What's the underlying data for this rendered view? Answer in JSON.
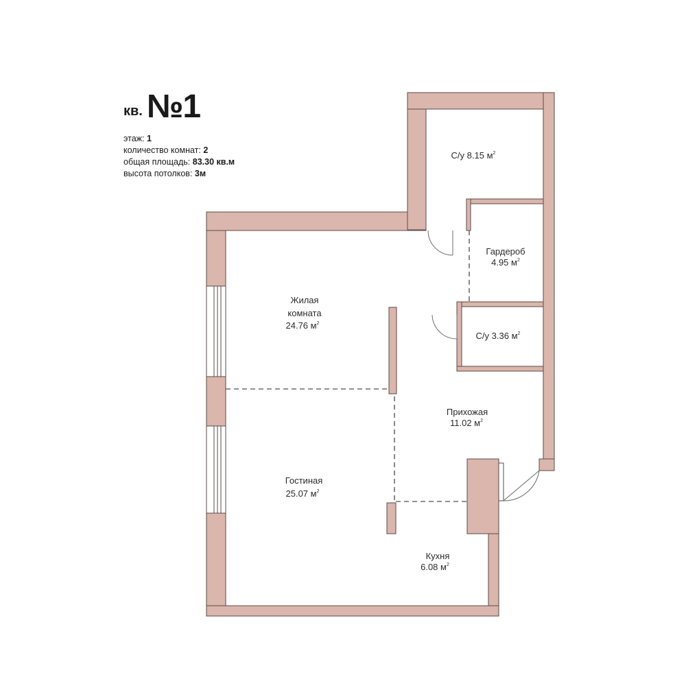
{
  "header": {
    "prefix": "кв.",
    "number": "№1"
  },
  "specs": [
    {
      "label": "этаж:",
      "value": "1"
    },
    {
      "label": "количество комнат:",
      "value": "2"
    },
    {
      "label": "общая площадь:",
      "value": "83.30 кв.м"
    },
    {
      "label": "высота потолков:",
      "value": "3м"
    }
  ],
  "rooms": {
    "bath1": {
      "name": "С/у",
      "area": "8.15 м",
      "sup": "2"
    },
    "wardrobe": {
      "name": "Гардероб",
      "area": "4.95 м",
      "sup": "2"
    },
    "bedroom": {
      "name1": "Жилая",
      "name2": "комната",
      "area": "24.76 м",
      "sup": "2"
    },
    "bath2": {
      "name": "С/у",
      "area": "3.36 м",
      "sup": "2"
    },
    "hall": {
      "name": "Прихожая",
      "area": "11.02 м",
      "sup": "2"
    },
    "living": {
      "name": "Гостиная",
      "area": "25.07 м",
      "sup": "2"
    },
    "kitchen": {
      "name": "Кухня",
      "area": "6.08 м",
      "sup": "2"
    }
  },
  "colors": {
    "wall": "#dbb6ad",
    "wall_stroke": "#5a4a47",
    "line": "#6b6b6b"
  }
}
